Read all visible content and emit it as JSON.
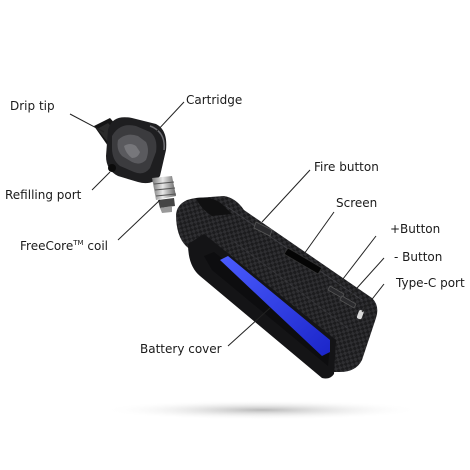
{
  "labels": {
    "drip_tip": "Drip tip",
    "cartridge": "Cartridge",
    "refilling_port": "Refilling port",
    "coil_prefix": "FreeCore",
    "coil_tm": "TM",
    "coil_suffix": " coil",
    "fire_button": "Fire button",
    "screen": "Screen",
    "plus_button": "+Button",
    "minus_button": "- Button",
    "type_c_port": "Type-C port",
    "battery_cover": "Battery cover"
  },
  "colors": {
    "device_body": "#1c1c1e",
    "carbon_light": "#3a3a3d",
    "accent_blue": "#2d3cff",
    "leader_line": "#222222",
    "shadow": "#bdbdbd"
  }
}
